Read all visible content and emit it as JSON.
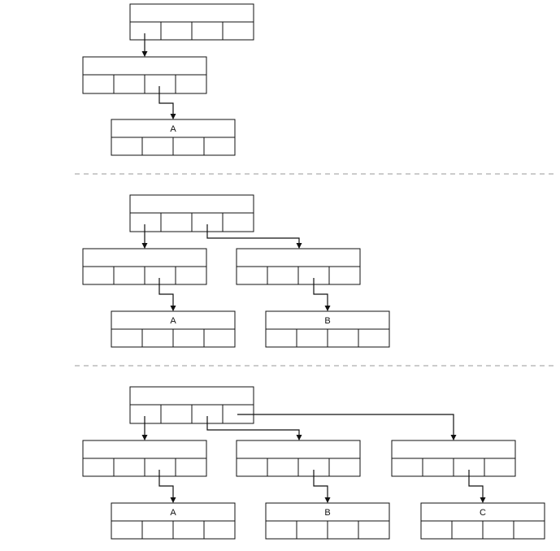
{
  "diagram": {
    "colors": {
      "stroke": "#111111",
      "separator": "#bbbbbb",
      "background": "#ffffff"
    },
    "panels": [
      {
        "id": "panel-1",
        "leaf_labels": [
          "A"
        ]
      },
      {
        "id": "panel-2",
        "leaf_labels": [
          "A",
          "B"
        ]
      },
      {
        "id": "panel-3",
        "leaf_labels": [
          "A",
          "B",
          "C"
        ]
      }
    ]
  }
}
